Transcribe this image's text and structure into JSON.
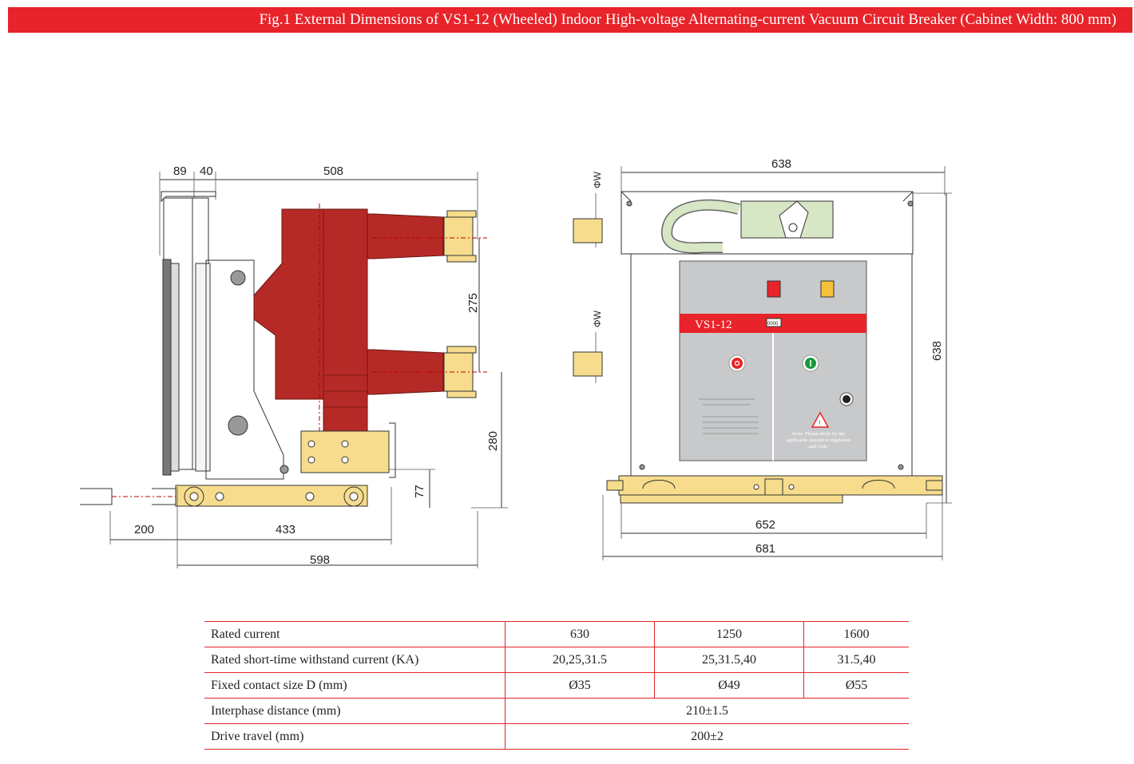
{
  "header": {
    "title": "Fig.1 External Dimensions of VS1-12 (Wheeled) Indoor High-voltage Alternating-current Vacuum Circuit Breaker (Cabinet Width: 800 mm)"
  },
  "side_view": {
    "dims": {
      "d89": "89",
      "d40": "40",
      "d508": "508",
      "d275": "275",
      "d280": "280",
      "d77": "77",
      "d200": "200",
      "d433": "433",
      "d598": "598"
    }
  },
  "front_view": {
    "dims": {
      "d638_top": "638",
      "d638_side": "638",
      "d652": "652",
      "d681": "681",
      "phiW1": "ΦW",
      "phiW2": "ΦW"
    },
    "panel": {
      "model": "VS1-12",
      "counter": "0000",
      "note_lines": [
        "Note: Please abide by the",
        "applicable operation regulation",
        "and code."
      ]
    }
  },
  "colors": {
    "accent": "#e8232a",
    "insulator": "#b52a26",
    "frame_yellow": "#f6dc8c",
    "panel_gray": "#c8c9cb",
    "mechanism_green": "#d7e6c5"
  },
  "table": {
    "rows": [
      {
        "label": "Rated current",
        "values": [
          "630",
          "1250",
          "1600"
        ]
      },
      {
        "label": "Rated short-time withstand current (KA)",
        "values": [
          "20,25,31.5",
          "25,31.5,40",
          "31.5,40"
        ]
      },
      {
        "label": "Fixed contact size D (mm)",
        "values": [
          "Ø35",
          "Ø49",
          "Ø55"
        ]
      },
      {
        "label": "Interphase distance (mm)",
        "span": "210±1.5"
      },
      {
        "label": "Drive travel (mm)",
        "span": "200±2"
      }
    ]
  }
}
